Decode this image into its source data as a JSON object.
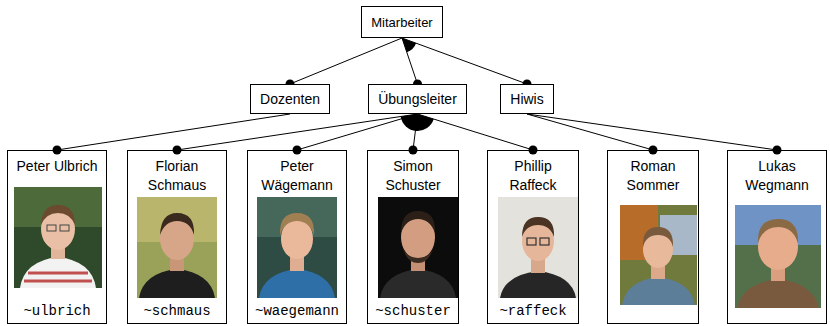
{
  "diagram": {
    "nodes": [
      {
        "text": [
          "Mitarbeiter"
        ]
      },
      {
        "text": [
          "Dozenten"
        ]
      },
      {
        "text": [
          "Übungsleiter"
        ]
      },
      {
        "text": [
          "Hiwis"
        ]
      },
      {
        "text": [
          "Peter Ulbrich",
          "~ulbrich"
        ]
      },
      {
        "text": [
          "Florian Schmaus",
          "~schmaus"
        ]
      },
      {
        "text": [
          "Peter Wägemann",
          "~waegemann"
        ]
      },
      {
        "text": [
          "Simon Schuster",
          "~schuster"
        ]
      },
      {
        "text": [
          "Phillip Raffeck",
          "~raffeck"
        ]
      },
      {
        "text": [
          "Roman Sommer"
        ]
      },
      {
        "text": [
          "Lukas Wegmann"
        ]
      }
    ],
    "edges": [
      {
        "from": 0,
        "to": 1,
        "arrow": "to"
      },
      {
        "from": 0,
        "to": 2,
        "arrow": "to"
      },
      {
        "from": 0,
        "to": 3,
        "arrow": "to"
      },
      {
        "from": 1,
        "to": 4,
        "arrow": "to"
      },
      {
        "from": 2,
        "to": 5,
        "arrow": "to"
      },
      {
        "from": 2,
        "to": 6,
        "arrow": "to"
      },
      {
        "from": 2,
        "to": 7,
        "arrow": "to"
      },
      {
        "from": 2,
        "to": 8,
        "arrow": "to"
      },
      {
        "from": 3,
        "to": 9,
        "arrow": "to"
      },
      {
        "from": 3,
        "to": 10,
        "arrow": "to"
      }
    ]
  }
}
